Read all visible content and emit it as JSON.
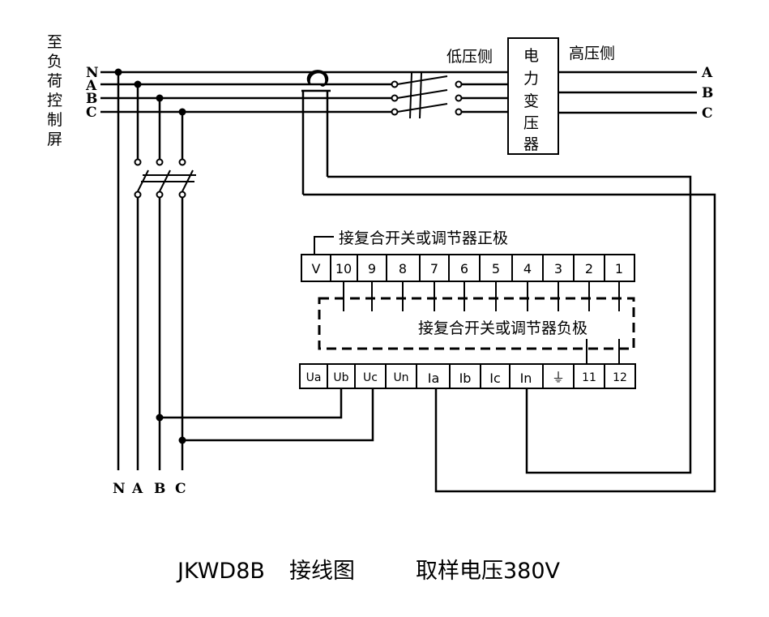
{
  "left_label": [
    "至",
    "负",
    "荷",
    "控",
    "制",
    "屏"
  ],
  "bus_labels_left": [
    "N",
    "A",
    "B",
    "C"
  ],
  "bus_labels_bottom": [
    "N",
    "A",
    "B",
    "C"
  ],
  "hv_labels": [
    "A",
    "B",
    "C"
  ],
  "low_side_label": "低压侧",
  "high_side_label": "高压侧",
  "transformer_chars": [
    "电",
    "力",
    "变",
    "压",
    "器"
  ],
  "positive_label": "接复合开关或调节器正极",
  "negative_label": "接复合开关或调节器负极",
  "top_terminals": [
    "V",
    "10",
    "9",
    "8",
    "7",
    "6",
    "5",
    "4",
    "3",
    "2",
    "1"
  ],
  "bottom_terminals": [
    "Ua",
    "Ub",
    "Uc",
    "Un",
    "Ia",
    "Ib",
    "Ic",
    "In",
    "⏚",
    "11",
    "12"
  ],
  "title_model": "JKWD8B",
  "title_diagram": "接线图",
  "title_voltage": "取样电压380V"
}
